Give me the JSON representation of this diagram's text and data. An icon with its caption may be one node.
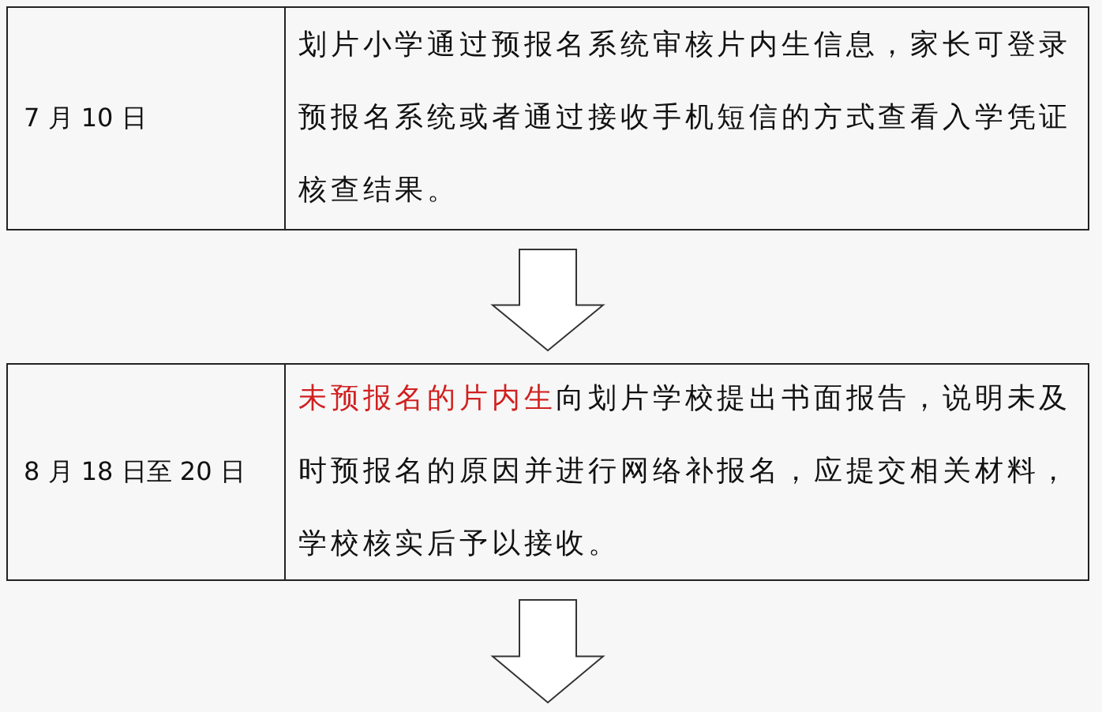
{
  "diagram": {
    "nodes": [
      {
        "text": [],
        "shape": "box"
      },
      {
        "text": [
          "7 月 10 日"
        ],
        "in": 0
      },
      {
        "text": [
          "划片小学通过预报名系统审核片内生信息，家长可登录预报名系统或者通过接收手机短信的方式查看入学凭证核查结果。"
        ],
        "in": 0
      },
      {
        "text": [],
        "shape": "box"
      },
      {
        "text": [
          "8 月 18 日至 20 日"
        ],
        "in": 3
      },
      {
        "text": [
          "未预报名的片内生",
          "向划片学校提出书面报告，说明未及时预报名的原因并进行网络补报名，应提交相关材料，学校核实后予以接收。"
        ],
        "in": 3
      }
    ],
    "edges": [
      {
        "from": 0,
        "to": 3,
        "arrow": "to"
      },
      {
        "from": 3,
        "to": null,
        "arrow": "to"
      }
    ]
  }
}
